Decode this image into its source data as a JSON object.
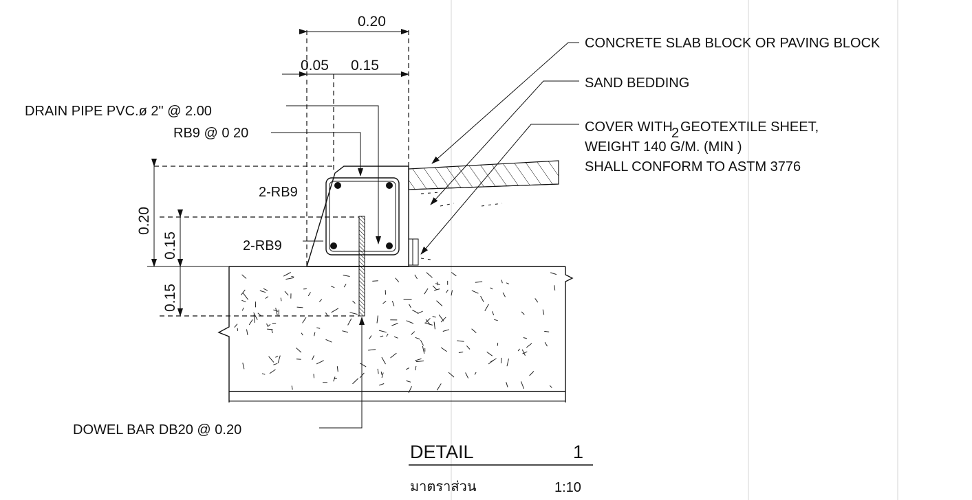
{
  "dimensions": {
    "top_width": "0.20",
    "left_part": "0.05",
    "right_part": "0.15",
    "total_height": "0.20",
    "lower_height": "0.15",
    "base_depth": "0.15"
  },
  "labels": {
    "drain_pipe": "DRAIN PIPE PVC.ø 2\" @ 2.00",
    "rb9_spacing": "RB9 @ 0 20",
    "rebar_top": "2-RB9",
    "rebar_bottom": "2-RB9",
    "dowel_bar": "DOWEL BAR DB20 @ 0.20",
    "concrete_slab": "CONCRETE SLAB BLOCK OR PAVING BLOCK",
    "sand_bedding": "SAND BEDDING",
    "geotextile_line1_a": "COVER WITH",
    "geotextile_sup": "2",
    "geotextile_line1_b": "GEOTEXTILE SHEET,",
    "geotextile_line2": "WEIGHT 140 G/M. (MIN )",
    "geotextile_line3": "SHALL CONFORM TO ASTM 3776"
  },
  "title_block": {
    "title": "DETAIL",
    "number": "1",
    "scale_label": "มาตราส่วน",
    "scale_value": "1:10"
  }
}
